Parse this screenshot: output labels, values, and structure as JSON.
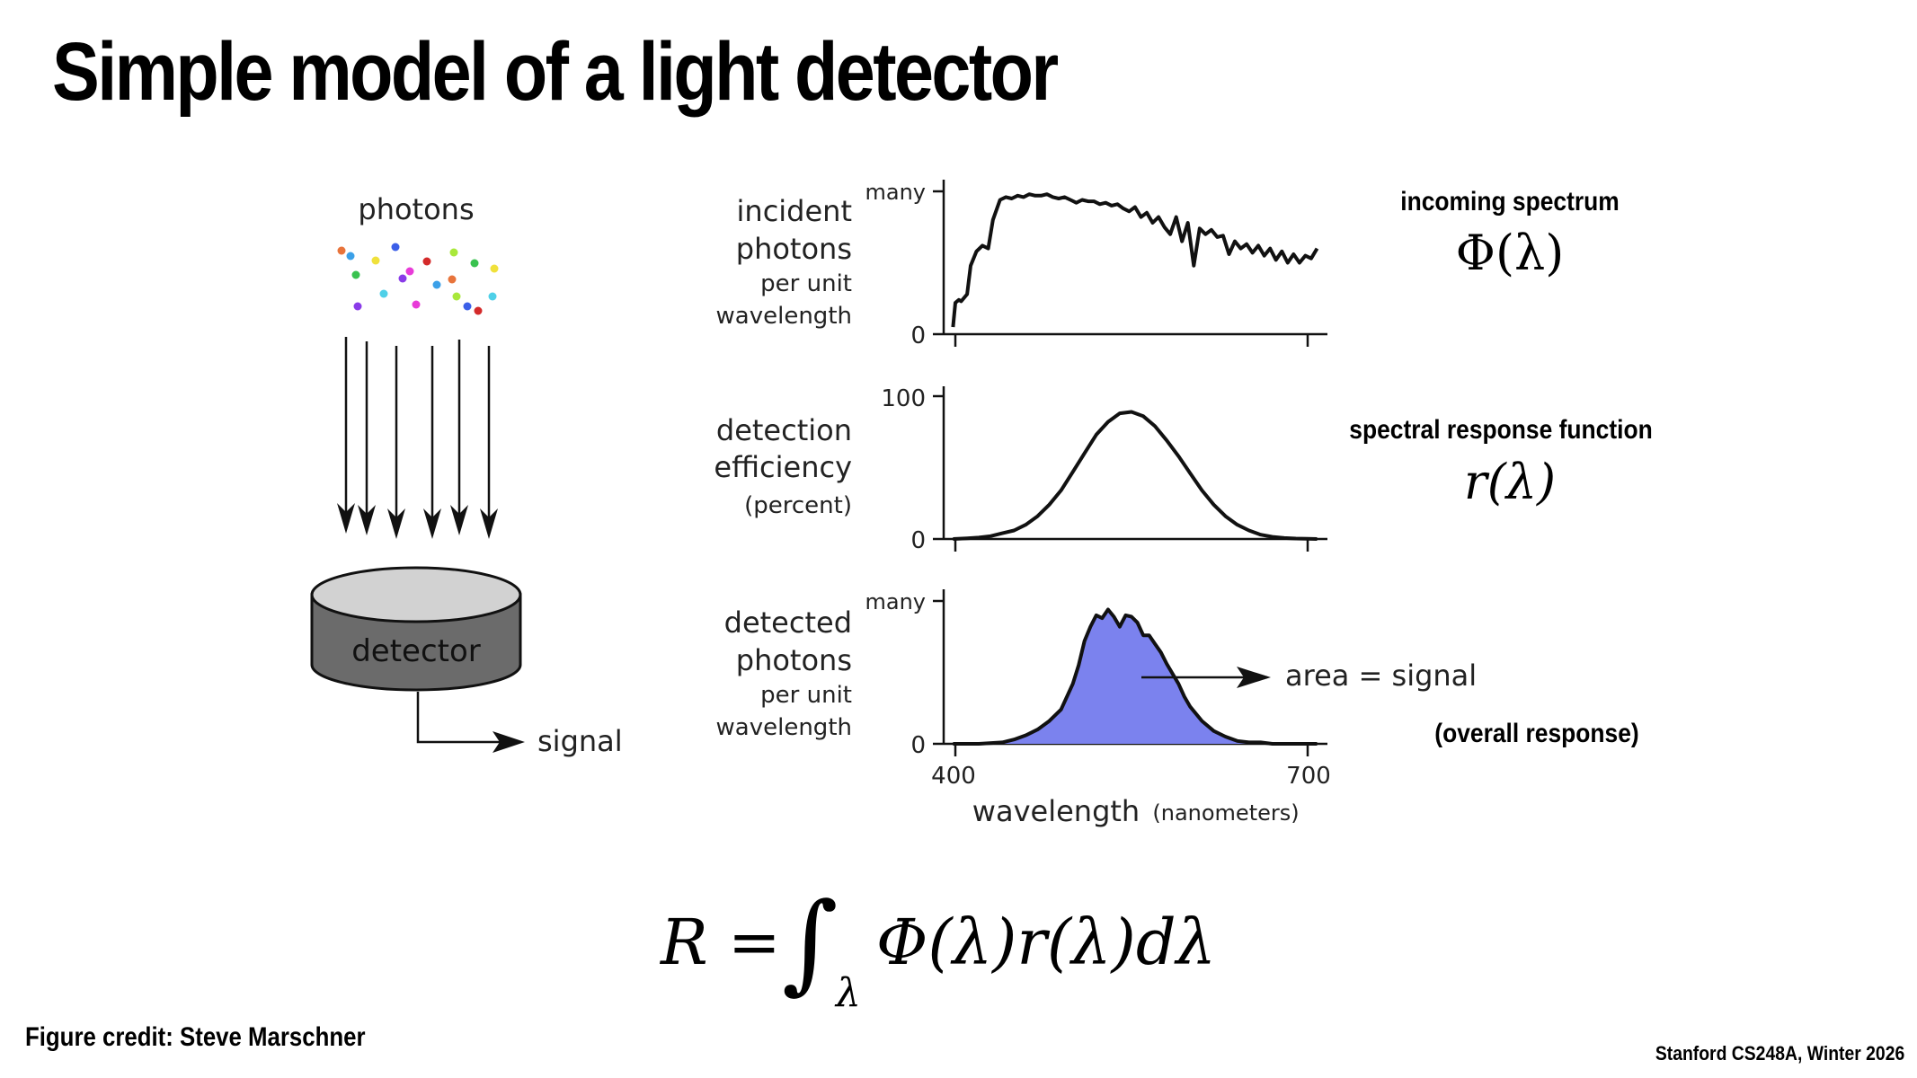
{
  "slide": {
    "title": "Simple model of a light detector",
    "credit": "Figure credit:  Steve Marschner",
    "course": "Stanford CS248A, Winter 2026"
  },
  "left_diagram": {
    "photons_label": "photons",
    "detector_label": "detector",
    "signal_label": "signal",
    "photon_colors": [
      "#e8743b",
      "#39c24f",
      "#f0e13b",
      "#3b5fe8",
      "#4fd0e8",
      "#8a3be8",
      "#e83bd8",
      "#d42a2a",
      "#3ba0e8",
      "#a9e83b"
    ]
  },
  "panels": {
    "incident": {
      "label_line1": "incident",
      "label_line2": "photons",
      "label_line3": "per unit",
      "label_line4": "wavelength",
      "ytick_top": "many",
      "ytick_zero": "0"
    },
    "efficiency": {
      "label_line1": "detection",
      "label_line2": "efficiency",
      "label_line3": "(percent)",
      "ytick_top": "100",
      "ytick_zero": "0"
    },
    "detected": {
      "label_line1": "detected",
      "label_line2": "photons",
      "label_line3": "per unit",
      "label_line4": "wavelength",
      "ytick_top": "many",
      "ytick_zero": "0",
      "area_label": "area = signal"
    }
  },
  "x_axis": {
    "tick_400": "400",
    "tick_700": "700",
    "label": "wavelength",
    "unit": "(nanometers)"
  },
  "annotations": {
    "incoming_spectrum": "incoming spectrum",
    "phi_symbol": "Φ(λ)",
    "spectral_response": "spectral response function",
    "r_symbol": "r(λ)",
    "overall_response": "(overall response)"
  },
  "equation": {
    "lhs": "R =",
    "integral": "∫",
    "subscript": "λ",
    "rhs": "Φ(λ)r(λ)dλ"
  },
  "colors": {
    "detector_body": "#6b6b6b",
    "detector_top": "#d2d2d2",
    "area_fill": "#7b82ee"
  },
  "chart_data": [
    {
      "type": "line",
      "title": "incident photons per unit wavelength",
      "xlabel": "wavelength (nanometers)",
      "ylabel": "incident photons per unit wavelength",
      "x": [
        398,
        400,
        403,
        405,
        410,
        413,
        418,
        423,
        428,
        432,
        438,
        443,
        448,
        453,
        458,
        463,
        468,
        473,
        478,
        483,
        488,
        493,
        498,
        503,
        508,
        513,
        518,
        523,
        528,
        533,
        538,
        543,
        548,
        553,
        558,
        563,
        568,
        573,
        578,
        583,
        588,
        593,
        598,
        603,
        608,
        613,
        618,
        623,
        628,
        633,
        638,
        643,
        648,
        653,
        658,
        663,
        668,
        673,
        678,
        683,
        688,
        693,
        698,
        703,
        708
      ],
      "y": [
        0.05,
        0.22,
        0.24,
        0.23,
        0.28,
        0.48,
        0.58,
        0.62,
        0.6,
        0.8,
        0.94,
        0.96,
        0.95,
        0.97,
        0.96,
        0.98,
        0.97,
        0.97,
        0.98,
        0.96,
        0.95,
        0.96,
        0.94,
        0.92,
        0.94,
        0.93,
        0.93,
        0.91,
        0.92,
        0.9,
        0.91,
        0.88,
        0.86,
        0.89,
        0.82,
        0.85,
        0.78,
        0.82,
        0.75,
        0.7,
        0.82,
        0.65,
        0.78,
        0.48,
        0.74,
        0.7,
        0.73,
        0.68,
        0.69,
        0.56,
        0.65,
        0.6,
        0.63,
        0.57,
        0.62,
        0.55,
        0.6,
        0.52,
        0.58,
        0.5,
        0.56,
        0.5,
        0.55,
        0.53,
        0.6
      ],
      "ylim": [
        0,
        1
      ],
      "yticks": [
        "0",
        "many"
      ],
      "xlim": [
        395,
        715
      ]
    },
    {
      "type": "line",
      "title": "detection efficiency (percent)",
      "xlabel": "wavelength (nanometers)",
      "ylabel": "detection efficiency (percent)",
      "x": [
        398,
        410,
        420,
        430,
        440,
        450,
        460,
        470,
        480,
        490,
        500,
        510,
        520,
        530,
        540,
        550,
        560,
        570,
        580,
        590,
        600,
        610,
        620,
        630,
        640,
        650,
        660,
        670,
        680,
        690,
        700,
        708
      ],
      "y": [
        0,
        0.5,
        1,
        2,
        4,
        6,
        10,
        16,
        24,
        34,
        47,
        60,
        73,
        82,
        88,
        89,
        86,
        79,
        69,
        58,
        46,
        34,
        24,
        16,
        10,
        6,
        3,
        1.5,
        0.7,
        0.3,
        0.1,
        0
      ],
      "ylim": [
        0,
        100
      ],
      "yticks": [
        "0",
        "100"
      ],
      "xlim": [
        395,
        715
      ]
    },
    {
      "type": "area",
      "title": "detected photons per unit wavelength",
      "xlabel": "wavelength (nanometers)",
      "ylabel": "detected photons per unit wavelength",
      "x": [
        398,
        420,
        440,
        450,
        460,
        470,
        480,
        490,
        500,
        505,
        510,
        515,
        520,
        525,
        530,
        535,
        540,
        545,
        550,
        555,
        560,
        565,
        570,
        575,
        580,
        590,
        595,
        600,
        610,
        620,
        630,
        640,
        650,
        660,
        670,
        680,
        690,
        700,
        708
      ],
      "y": [
        0,
        0,
        0.01,
        0.03,
        0.06,
        0.1,
        0.16,
        0.24,
        0.42,
        0.55,
        0.72,
        0.82,
        0.9,
        0.88,
        0.94,
        0.89,
        0.82,
        0.9,
        0.89,
        0.85,
        0.76,
        0.76,
        0.7,
        0.64,
        0.56,
        0.42,
        0.33,
        0.26,
        0.16,
        0.09,
        0.05,
        0.02,
        0.01,
        0.01,
        0,
        0,
        0,
        0,
        0
      ],
      "ylim": [
        0,
        1
      ],
      "yticks": [
        "0",
        "many"
      ],
      "xticks": [
        "400",
        "700"
      ],
      "xlim": [
        395,
        715
      ],
      "annotation": "area = signal"
    }
  ]
}
